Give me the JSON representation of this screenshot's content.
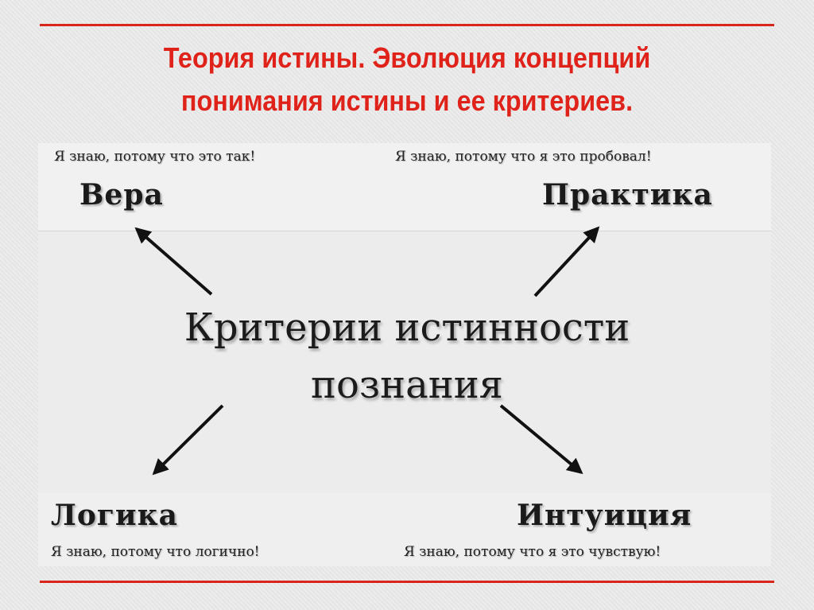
{
  "title": {
    "line1": "Теория истины. Эволюция концепций",
    "line2": "понимания истины и ее критериев."
  },
  "center": {
    "line1": "Критерии истинности",
    "line2": "познания"
  },
  "criteria": {
    "faith": {
      "label": "Вера",
      "caption": "Я знаю, потому что это так!"
    },
    "practice": {
      "label": "Практика",
      "caption": "Я знаю, потому что я это пробовал!"
    },
    "logic": {
      "label": "Логика",
      "caption": "Я знаю, потому что логично!"
    },
    "intuition": {
      "label": "Интуиция",
      "caption": "Я знаю, потому что я это чувствую!"
    }
  },
  "colors": {
    "accent": "#e0231a",
    "text": "#1a1a1a",
    "background": "#e9e9e9"
  }
}
